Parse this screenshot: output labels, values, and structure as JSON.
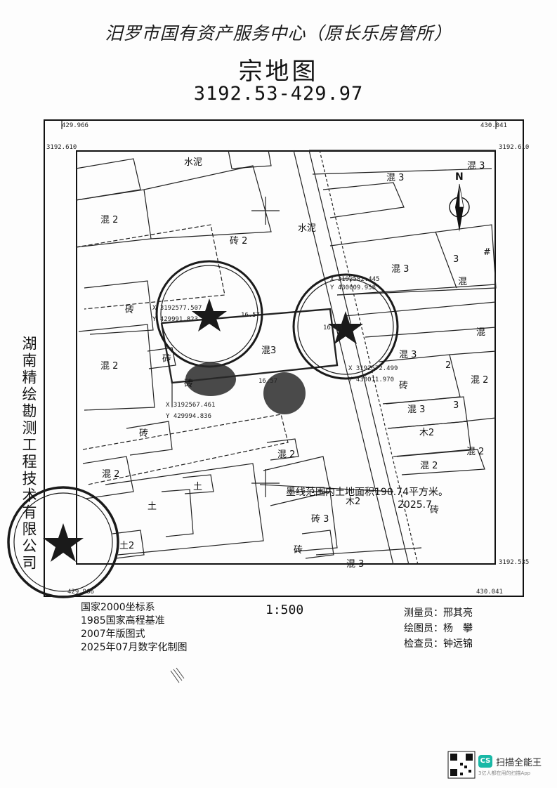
{
  "header": {
    "handwritten_title": "汨罗市国有资产服务中心（原长乐房管所）",
    "title": "宗地图",
    "parcel_number": "3192.53-429.97"
  },
  "frame": {
    "corner_top_left_y": "429.966",
    "corner_top_right_y": "430.041",
    "corner_left_top_x": "3192.610",
    "corner_right_top_x": "3192.610",
    "corner_right_bottom_x": "3192.535",
    "corner_bottom_left_y": "429.966",
    "corner_bottom_right_y": "430.041"
  },
  "map_labels": {
    "shuini_top": "水泥",
    "shuini_road": "水泥",
    "hun2_a": "混 2",
    "zhuan2_a": "砖 2",
    "hun3_a": "混 3",
    "hun3_b": "混 3",
    "hun3_c": "混 3",
    "num3_a": "3",
    "hun_a": "混",
    "zhuan_a": "砖",
    "hun2_b": "混 2",
    "zhuan_b": "砖",
    "zhuan_c": "砖",
    "hun3_center": "混3",
    "hun3_d": "混 3",
    "hun_right": "混",
    "hun2_right": "混 2",
    "num2_a": "2",
    "zhuan_d": "砖",
    "hun3_e": "混 3",
    "num3_b": "3",
    "mu2_a": "木2",
    "hun2_c": "混 2",
    "hun2_d": "混 2",
    "zhuan_e": "砖",
    "hun2_e": "混 2",
    "hun2_f": "混 2",
    "tu_a": "土",
    "tu_b": "土",
    "tu2": "土2",
    "zhuan3": "砖 3",
    "zhuan_f": "砖",
    "mu2_b": "木2",
    "hun3_bottom": "混 3",
    "zhuan_g": "砖",
    "north": "N",
    "hash": "#"
  },
  "points": {
    "p1_x": "X 3192577.507",
    "p1_y": "Y 429991.823",
    "p2_x": "X 3192582.445",
    "p2_y": "Y 430009.958",
    "p3_x": "X 3192572.499",
    "p3_y": "Y 430011.970",
    "p4_x": "X 3192567.461",
    "p4_y": "Y 429994.836",
    "len_top": "16.57",
    "len_right": "16.88",
    "len_bottom": "16.57"
  },
  "area_note": "墨线范围内土地面积190.74平方米。",
  "date_note": "2025.7",
  "side_label": "湖南精绘勘测工程技术有限公司",
  "footer": {
    "coord_system": "国家2000坐标系",
    "height_datum": "1985国家高程基准",
    "map_format": "2007年版图式",
    "made_date": "2025年07月数字化制图",
    "scale": "1:500",
    "surveyor": "测量员：邢其亮",
    "drafter": "绘图员：杨　攀",
    "checker": "检查员：钟远锦"
  },
  "scanner": {
    "logo": "CS",
    "name": "扫描全能王",
    "tagline": "3亿人都在用的扫描App"
  },
  "colors": {
    "ink": "#111111",
    "stamp": "#1a1a1a",
    "scanner_brand": "#19b8a6"
  }
}
